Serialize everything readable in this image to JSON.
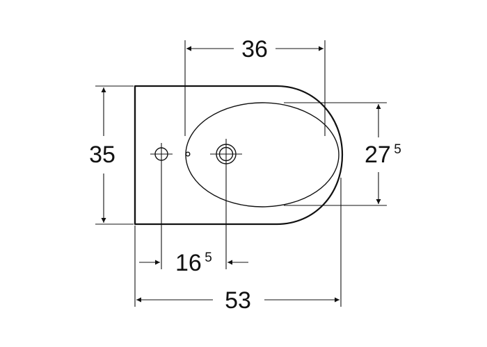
{
  "diagram": {
    "colors": {
      "ink": "#111111",
      "background": "#ffffff"
    },
    "dimensions": {
      "bowl_width": "36",
      "total_height": "35",
      "inner_height_main": "27",
      "inner_height_sup": "5",
      "tap_offset_main": "16",
      "tap_offset_sup": "5",
      "total_length": "53"
    }
  }
}
